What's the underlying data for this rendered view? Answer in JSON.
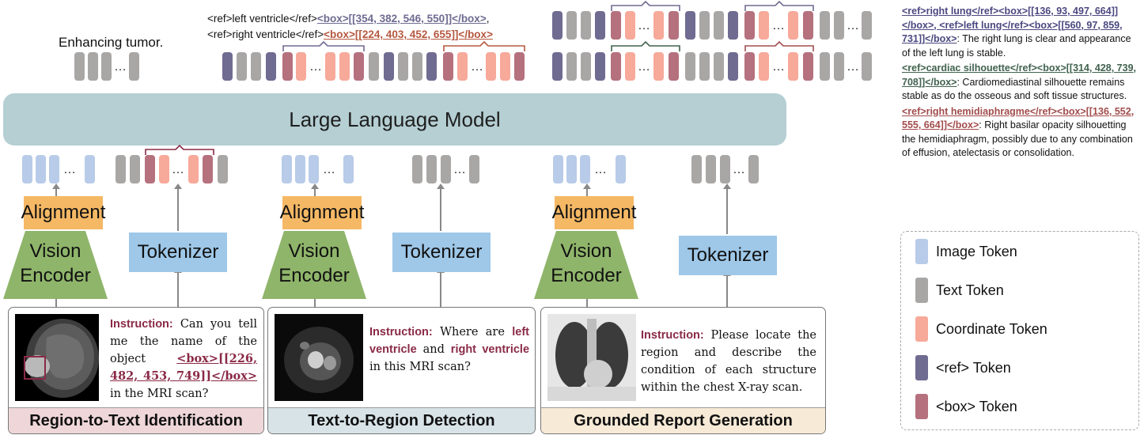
{
  "top_left_caption": "Enhancing tumor.",
  "top_mid_line1_pre": "<ref>left ventricle</ref>",
  "top_mid_line1_box": "<box>[[354, 382, 546, 550]]</box>",
  "top_mid_line1_post": ",",
  "top_mid_line2_pre": "<ref>right ventricle</ref>",
  "top_mid_line2_box": "<box>[[224, 403, 452, 655]]</box>",
  "llm_label": "Large Language Model",
  "alignment_label": "Alignment",
  "tokenizer_label": "Tokenizer",
  "vision_encoder_label1": "Vision",
  "vision_encoder_label2": "Encoder",
  "dots": "…",
  "panels": [
    {
      "title": "Region-to-Text Identification",
      "instr_label": "Instruction:",
      "instr_pre": "Can you tell me the name of the object",
      "instr_box": "<box>[[226, 482, 453, 749]]</box>",
      "instr_post": "in the MRI scan?"
    },
    {
      "title": "Text-to-Region Detection",
      "instr_label": "Instruction:",
      "instr_pre": "Where are",
      "instr_hl1": "left ventricle",
      "instr_mid": "and",
      "instr_hl2": "right ventricle",
      "instr_post": "in this MRI scan?"
    },
    {
      "title": "Grounded Report Generation",
      "instr_label": "Instruction:",
      "instr_text": "Please locate the region and describe the condition of each structure within the chest X-ray scan."
    }
  ],
  "report": {
    "p1_tag1": "<ref>right lung</ref><box>[[136, 93, 497, 664]]</box>, <ref>left lung</ref><box>[[560, 97, 859, 731]]</box>",
    "p1_text": ": The right lung is clear and appearance of the left lung is stable.",
    "p2_tag": "<ref>cardiac silhouette</ref><box>[[314, 428, 739, 708]]</box>",
    "p2_text": ": Cardiomediastinal silhouette remains stable as do the osseous and soft tissue structures.",
    "p3_tag": "<ref>right hemidiaphragme</ref><box>[[136, 552, 555, 664]]</box>",
    "p3_text": ": Right basilar opacity silhouetting the hemidiaphragm, possibly due to any combination of effusion, atelectasis or consolidation."
  },
  "legend": [
    {
      "label": "Image Token",
      "color": "#b8cbe8"
    },
    {
      "label": "Text Token",
      "color": "#a9a6a6"
    },
    {
      "label": "Coordinate Token",
      "color": "#f7a99a"
    },
    {
      "label": "<ref> Token",
      "color": "#6f6b91"
    },
    {
      "label": "<box> Token",
      "color": "#b5717d"
    }
  ]
}
